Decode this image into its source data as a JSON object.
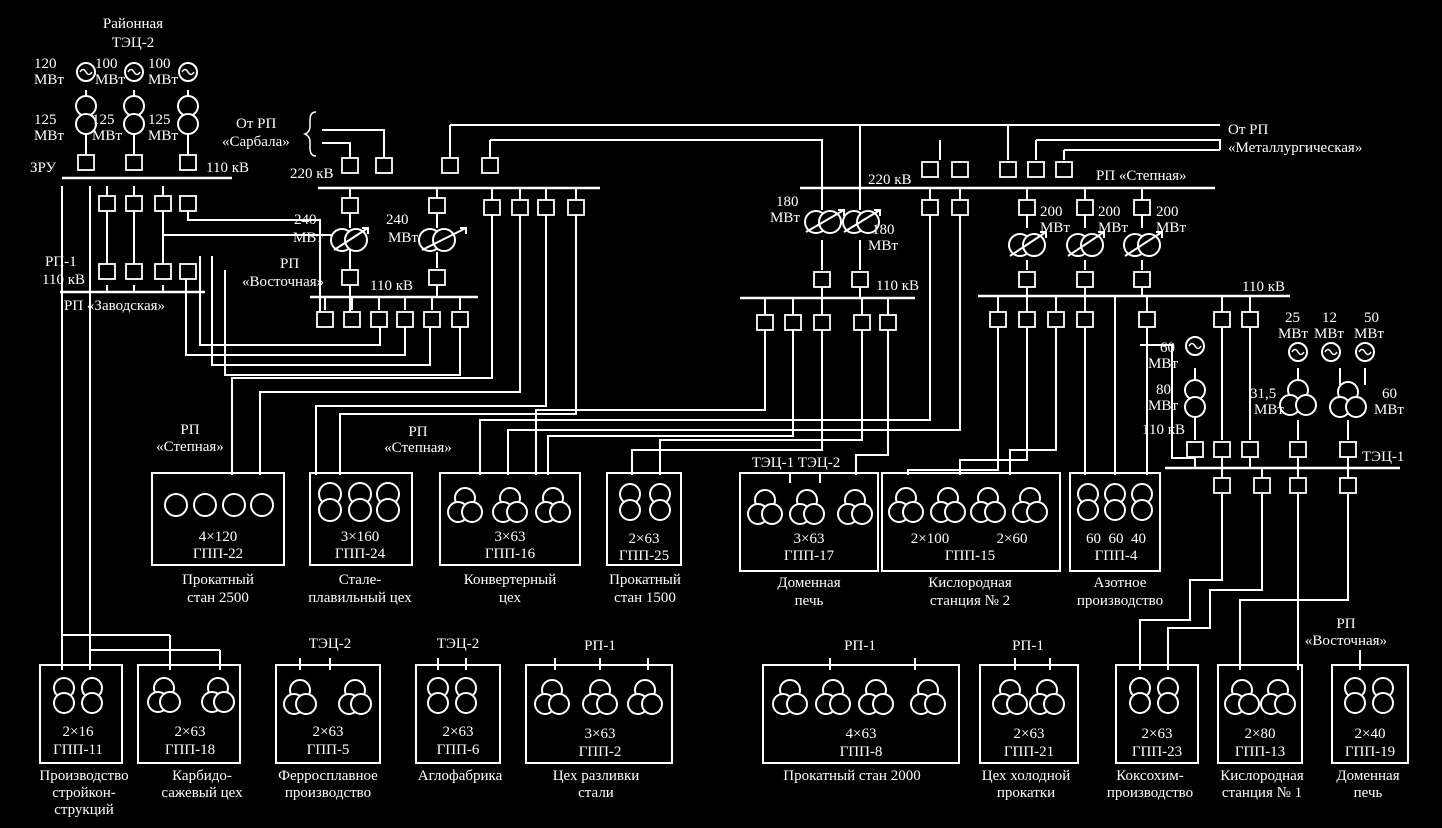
{
  "colors": {
    "background": "#000000",
    "foreground": "#ffffff"
  },
  "header": {
    "plant_title": [
      "Районная",
      "ТЭЦ-2"
    ],
    "gen_ratings": [
      [
        "120",
        "МВт"
      ],
      [
        "100",
        "МВт"
      ],
      [
        "100",
        "МВт"
      ]
    ],
    "tr_ratings": [
      [
        "125",
        "МВт"
      ],
      [
        "125",
        "МВт"
      ],
      [
        "125",
        "МВт"
      ]
    ],
    "zru": "ЗРУ",
    "v110": "110 кВ",
    "rp1": [
      "РП-1",
      "110 кВ"
    ],
    "rp_zavodskaya": "РП «Заводская»"
  },
  "center": {
    "from_rp_sarbala": [
      "От РП",
      "«Сарбала»"
    ],
    "v220": "220 кВ",
    "at1": [
      "240",
      "МВт"
    ],
    "at2": [
      "240",
      "МВт"
    ],
    "rp_vostochnaya": [
      "РП",
      "«Восточная»"
    ],
    "v110": "110 кВ"
  },
  "right": {
    "from_rp_metal": [
      "От РП",
      "«Металлургическая»"
    ],
    "v220": "220 кВ",
    "rp_stepnaya": "РП «Степная»",
    "at1": [
      "180",
      "МВт"
    ],
    "at2": [
      "180",
      "МВт"
    ],
    "v110_mid": "110 кВ",
    "at3": [
      "200",
      "МВт"
    ],
    "at4": [
      "200",
      "МВт"
    ],
    "at5": [
      "200",
      "МВт"
    ],
    "v110_right": "110 кВ",
    "gen60": [
      "60",
      "МВт"
    ],
    "tr80": [
      "80",
      "МВт"
    ],
    "v110_tec": "110 кВ",
    "gen25": [
      "25",
      "МВт"
    ],
    "gen12": [
      "12",
      "МВт"
    ],
    "gen50": [
      "50",
      "МВт"
    ],
    "tr315": [
      "31,5",
      "МВт"
    ],
    "tr60": [
      "60",
      "МВт"
    ],
    "tec1": "ТЭЦ-1"
  },
  "substations_top": [
    {
      "label": "ГПП-22",
      "rating": "4×120",
      "caption": [
        "Прокатный",
        "стан 2500"
      ],
      "note": [
        "РП",
        "«Степная»"
      ]
    },
    {
      "label": "ГПП-24",
      "rating": "3×160",
      "caption": [
        "Стале-",
        "плавильный цех"
      ],
      "note": [
        "РП",
        "«Степная»"
      ]
    },
    {
      "label": "ГПП-16",
      "rating": "3×63",
      "caption": [
        "Конвертерный",
        "цех"
      ]
    },
    {
      "label": "ГПП-25",
      "rating": "2×63",
      "caption": [
        "Прокатный",
        "стан 1500"
      ]
    },
    {
      "label": "ГПП-17",
      "rating": "3×63",
      "caption": [
        "Доменная",
        "печь"
      ],
      "note": [
        "ТЭЦ-1 ТЭЦ-2"
      ]
    },
    {
      "label": "ГПП-15",
      "rating_a": "2×100",
      "rating_b": "2×60",
      "caption": [
        "Кислородная",
        "станция № 2"
      ]
    },
    {
      "label": "ГПП-4",
      "rating": "60  60  40",
      "caption": [
        "Азотное",
        "производство"
      ]
    }
  ],
  "substations_bottom": [
    {
      "label": "ГПП-11",
      "rating": "2×16",
      "caption": [
        "Производство",
        "стройкон-",
        "струкций"
      ]
    },
    {
      "label": "ГПП-18",
      "rating": "2×63",
      "caption": [
        "Карбидо-",
        "сажевый цех"
      ]
    },
    {
      "label": "ГПП-5",
      "rating": "2×63",
      "caption": [
        "Ферросплавное",
        "производство"
      ],
      "note": [
        "ТЭЦ-2"
      ]
    },
    {
      "label": "ГПП-6",
      "rating": "2×63",
      "caption": [
        "Аглофабрика"
      ],
      "note": [
        "ТЭЦ-2"
      ]
    },
    {
      "label": "ГПП-2",
      "rating": "3×63",
      "caption": [
        "Цех разливки",
        "стали"
      ],
      "note": [
        "РП-1"
      ]
    },
    {
      "label": "ГПП-8",
      "rating": "4×63",
      "caption": [
        "Прокатный стан 2000"
      ],
      "note": [
        "РП-1"
      ]
    },
    {
      "label": "ГПП-21",
      "rating": "2×63",
      "caption": [
        "Цех холодной",
        "прокатки"
      ],
      "note": [
        "РП-1"
      ]
    },
    {
      "label": "ГПП-23",
      "rating": "2×63",
      "caption": [
        "Коксохим-",
        "производство"
      ]
    },
    {
      "label": "ГПП-13",
      "rating": "2×80",
      "caption": [
        "Кислородная",
        "станция № 1"
      ]
    },
    {
      "label": "ГПП-19",
      "rating": "2×40",
      "caption": [
        "Доменная",
        "печь"
      ],
      "note": [
        "РП",
        "«Восточная»"
      ]
    }
  ]
}
